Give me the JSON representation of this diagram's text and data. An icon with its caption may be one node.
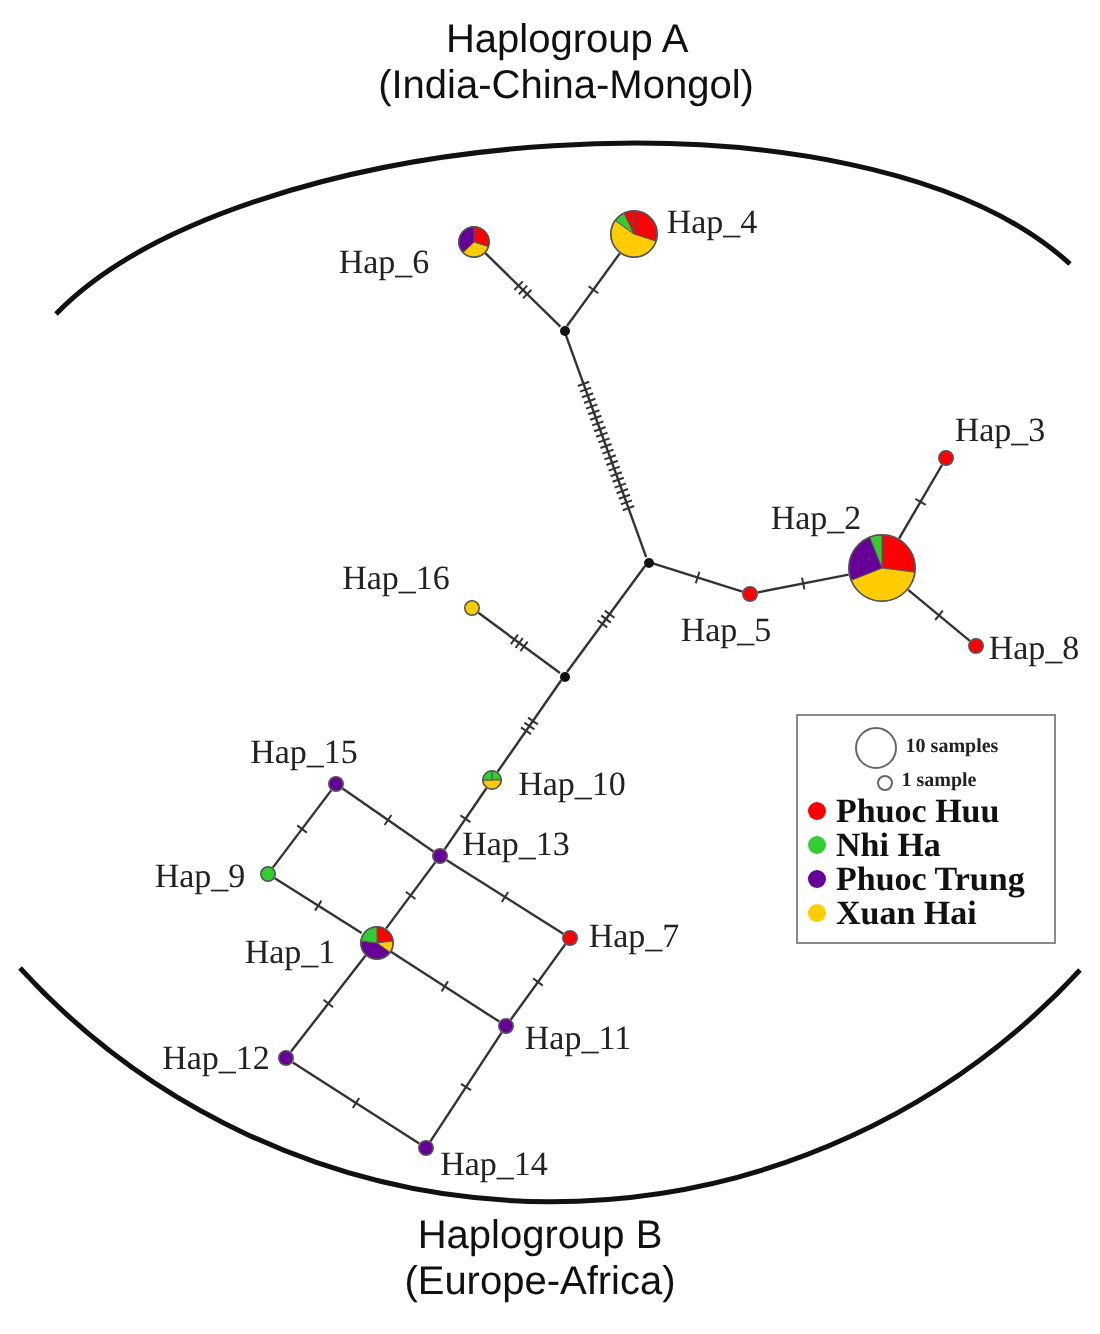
{
  "diagram": {
    "nodes": [
      {
        "text": [],
        "shape": "circle",
        "beside": [
          "Hap_6"
        ]
      },
      {
        "text": [],
        "shape": "circle",
        "beside": [
          "Hap_4"
        ]
      },
      {
        "text": [],
        "shape": "circle"
      },
      {
        "text": [],
        "shape": "circle",
        "beside": [
          "Hap_3"
        ]
      },
      {
        "text": [],
        "shape": "circle",
        "beside": [
          "Hap_2"
        ]
      },
      {
        "text": [],
        "shape": "circle"
      },
      {
        "text": [],
        "shape": "circle",
        "beside": [
          "Hap_5"
        ]
      },
      {
        "text": [],
        "shape": "circle",
        "beside": [
          "Hap_8"
        ]
      },
      {
        "text": [],
        "shape": "circle",
        "beside": [
          "Hap_16"
        ]
      },
      {
        "text": [],
        "shape": "circle"
      },
      {
        "text": [],
        "shape": "circle",
        "beside": [
          "Hap_15"
        ]
      },
      {
        "text": [],
        "shape": "circle",
        "beside": [
          "Hap_10"
        ]
      },
      {
        "text": [],
        "shape": "circle",
        "beside": [
          "Hap_13"
        ]
      },
      {
        "text": [],
        "shape": "circle",
        "beside": [
          "Hap_9"
        ]
      },
      {
        "text": [],
        "shape": "circle",
        "beside": [
          "Hap_1"
        ]
      },
      {
        "text": [],
        "shape": "circle",
        "beside": [
          "Hap_7"
        ]
      },
      {
        "text": [],
        "shape": "circle",
        "beside": [
          "Hap_11"
        ]
      },
      {
        "text": [],
        "shape": "circle",
        "beside": [
          "Hap_12"
        ]
      },
      {
        "text": [],
        "shape": "circle",
        "beside": [
          "Hap_14"
        ]
      }
    ],
    "edges": [
      {
        "from": 0,
        "to": 2,
        "arrow": "none"
      },
      {
        "from": 1,
        "to": 2,
        "arrow": "none"
      },
      {
        "from": 2,
        "to": 5,
        "arrow": "none"
      },
      {
        "from": 5,
        "to": 6,
        "arrow": "none"
      },
      {
        "from": 6,
        "to": 4,
        "arrow": "none"
      },
      {
        "from": 4,
        "to": 3,
        "arrow": "none"
      },
      {
        "from": 4,
        "to": 7,
        "arrow": "none"
      },
      {
        "from": 5,
        "to": 9,
        "arrow": "none"
      },
      {
        "from": 9,
        "to": 8,
        "arrow": "none"
      },
      {
        "from": 9,
        "to": 11,
        "arrow": "none"
      },
      {
        "from": 11,
        "to": 12,
        "arrow": "none"
      },
      {
        "from": 10,
        "to": 12,
        "arrow": "none"
      },
      {
        "from": 10,
        "to": 13,
        "arrow": "none"
      },
      {
        "from": 12,
        "to": 14,
        "arrow": "none"
      },
      {
        "from": 12,
        "to": 15,
        "arrow": "none"
      },
      {
        "from": 13,
        "to": 14,
        "arrow": "none"
      },
      {
        "from": 14,
        "to": 16,
        "arrow": "none"
      },
      {
        "from": 15,
        "to": 16,
        "arrow": "none"
      },
      {
        "from": 14,
        "to": 17,
        "arrow": "none"
      },
      {
        "from": 17,
        "to": 18,
        "arrow": "none"
      },
      {
        "from": 16,
        "to": 18,
        "arrow": "none"
      }
    ],
    "labels": [
      "Haplogroup A (India-China-Mongol)",
      "Haplogroup B (Europe-Africa)"
    ],
    "legend": [
      {
        "text": "10 samples"
      },
      {
        "text": "1 sample"
      },
      {
        "text": "Phuoc Huu",
        "color": "#ff0000"
      },
      {
        "text": "Nhi Ha",
        "color": "#33cc33"
      },
      {
        "text": "Phuoc Trung",
        "color": "#660099"
      },
      {
        "text": "Xuan Hai",
        "color": "#ffcc00"
      }
    ]
  }
}
